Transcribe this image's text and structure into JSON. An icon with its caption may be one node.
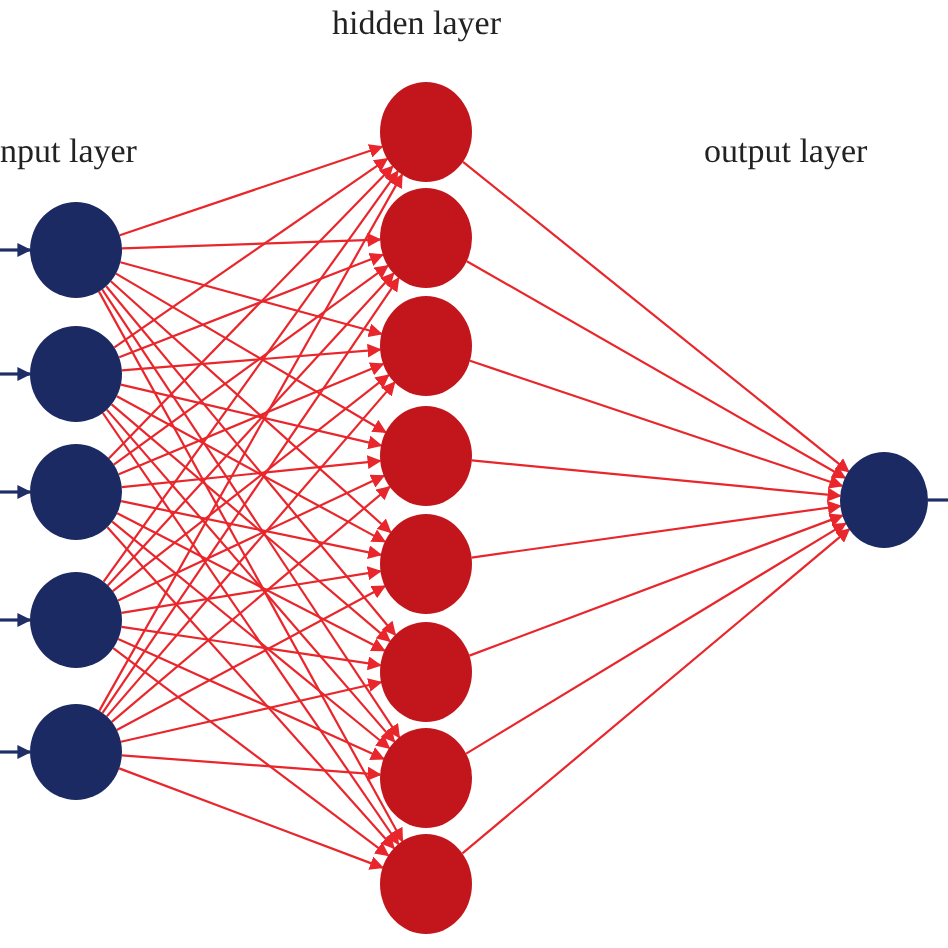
{
  "diagram": {
    "nodes": [
      {
        "text": [],
        "shape": "circle"
      },
      {
        "text": [],
        "shape": "circle"
      },
      {
        "text": [],
        "shape": "circle"
      },
      {
        "text": [],
        "shape": "circle"
      },
      {
        "text": [],
        "shape": "circle"
      },
      {
        "text": [],
        "shape": "circle"
      },
      {
        "text": [],
        "shape": "circle"
      },
      {
        "text": [],
        "shape": "circle"
      },
      {
        "text": [],
        "shape": "circle"
      },
      {
        "text": [],
        "shape": "circle"
      },
      {
        "text": [],
        "shape": "circle"
      },
      {
        "text": [],
        "shape": "circle"
      },
      {
        "text": [],
        "shape": "circle"
      },
      {
        "text": [],
        "shape": "circle"
      }
    ],
    "edges": [
      {
        "from": null,
        "to": 0,
        "arrow": "to",
        "color": "#1f2f66"
      },
      {
        "from": null,
        "to": 1,
        "arrow": "to",
        "color": "#1f2f66"
      },
      {
        "from": null,
        "to": 2,
        "arrow": "to",
        "color": "#1f2f66"
      },
      {
        "from": null,
        "to": 3,
        "arrow": "to",
        "color": "#1f2f66"
      },
      {
        "from": null,
        "to": 4,
        "arrow": "to",
        "color": "#1f2f66"
      },
      {
        "from": 0,
        "to": 5,
        "arrow": "to"
      },
      {
        "from": 0,
        "to": 6,
        "arrow": "to"
      },
      {
        "from": 0,
        "to": 7,
        "arrow": "to"
      },
      {
        "from": 0,
        "to": 8,
        "arrow": "to"
      },
      {
        "from": 0,
        "to": 9,
        "arrow": "to"
      },
      {
        "from": 0,
        "to": 10,
        "arrow": "to"
      },
      {
        "from": 0,
        "to": 11,
        "arrow": "to"
      },
      {
        "from": 0,
        "to": 12,
        "arrow": "to"
      },
      {
        "from": 1,
        "to": 5,
        "arrow": "to"
      },
      {
        "from": 1,
        "to": 6,
        "arrow": "to"
      },
      {
        "from": 1,
        "to": 7,
        "arrow": "to"
      },
      {
        "from": 1,
        "to": 8,
        "arrow": "to"
      },
      {
        "from": 1,
        "to": 9,
        "arrow": "to"
      },
      {
        "from": 1,
        "to": 10,
        "arrow": "to"
      },
      {
        "from": 1,
        "to": 11,
        "arrow": "to"
      },
      {
        "from": 1,
        "to": 12,
        "arrow": "to"
      },
      {
        "from": 2,
        "to": 5,
        "arrow": "to"
      },
      {
        "from": 2,
        "to": 6,
        "arrow": "to"
      },
      {
        "from": 2,
        "to": 7,
        "arrow": "to"
      },
      {
        "from": 2,
        "to": 8,
        "arrow": "to"
      },
      {
        "from": 2,
        "to": 9,
        "arrow": "to"
      },
      {
        "from": 2,
        "to": 10,
        "arrow": "to"
      },
      {
        "from": 2,
        "to": 11,
        "arrow": "to"
      },
      {
        "from": 2,
        "to": 12,
        "arrow": "to"
      },
      {
        "from": 3,
        "to": 5,
        "arrow": "to"
      },
      {
        "from": 3,
        "to": 6,
        "arrow": "to"
      },
      {
        "from": 3,
        "to": 7,
        "arrow": "to"
      },
      {
        "from": 3,
        "to": 8,
        "arrow": "to"
      },
      {
        "from": 3,
        "to": 9,
        "arrow": "to"
      },
      {
        "from": 3,
        "to": 10,
        "arrow": "to"
      },
      {
        "from": 3,
        "to": 11,
        "arrow": "to"
      },
      {
        "from": 3,
        "to": 12,
        "arrow": "to"
      },
      {
        "from": 4,
        "to": 5,
        "arrow": "to"
      },
      {
        "from": 4,
        "to": 6,
        "arrow": "to"
      },
      {
        "from": 4,
        "to": 7,
        "arrow": "to"
      },
      {
        "from": 4,
        "to": 8,
        "arrow": "to"
      },
      {
        "from": 4,
        "to": 9,
        "arrow": "to"
      },
      {
        "from": 4,
        "to": 10,
        "arrow": "to"
      },
      {
        "from": 4,
        "to": 11,
        "arrow": "to"
      },
      {
        "from": 4,
        "to": 12,
        "arrow": "to"
      },
      {
        "from": 5,
        "to": 13,
        "arrow": "to"
      },
      {
        "from": 6,
        "to": 13,
        "arrow": "to"
      },
      {
        "from": 7,
        "to": 13,
        "arrow": "to"
      },
      {
        "from": 8,
        "to": 13,
        "arrow": "to"
      },
      {
        "from": 9,
        "to": 13,
        "arrow": "to"
      },
      {
        "from": 10,
        "to": 13,
        "arrow": "to"
      },
      {
        "from": 11,
        "to": 13,
        "arrow": "to"
      },
      {
        "from": 12,
        "to": 13,
        "arrow": "to"
      },
      {
        "from": 13,
        "to": null,
        "arrow": "none",
        "color": "#1f2f66"
      }
    ],
    "labels": [
      "hidden layer",
      "nput layer",
      "output layer"
    ]
  }
}
